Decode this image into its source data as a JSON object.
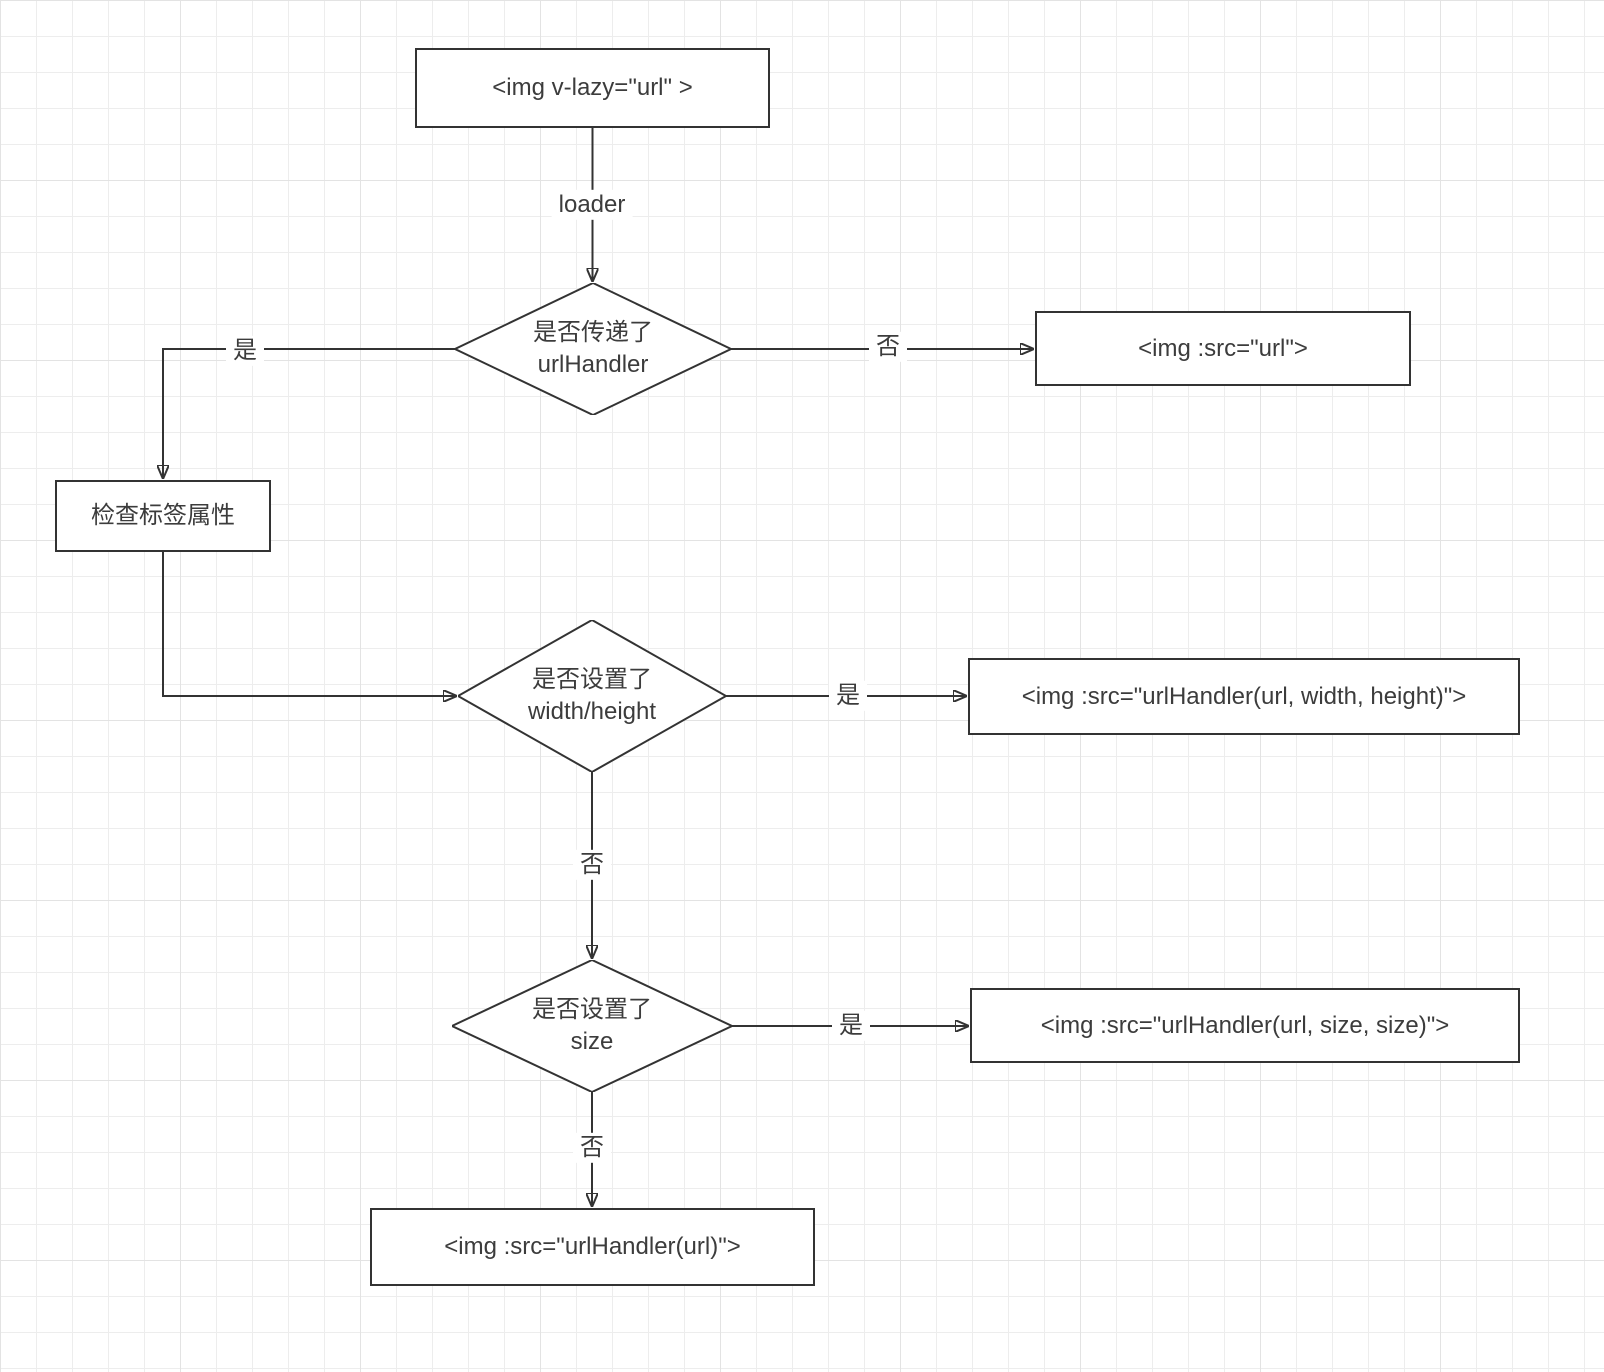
{
  "canvas": {
    "background": "#ffffff",
    "line_color": "#333333",
    "text_color": "#3c3c3c",
    "grid_minor_color": "#ededed",
    "grid_major_color": "#e3e3e3"
  },
  "nodes": {
    "start": {
      "label": "<img v-lazy=\"url\" >"
    },
    "decision_urlhandler": {
      "label": "是否传递了\nurlHandler"
    },
    "result_img_url": {
      "label": "<img :src=\"url\">"
    },
    "check_attrs": {
      "label": "检查标签属性"
    },
    "decision_width_height": {
      "label": "是否设置了\nwidth/height"
    },
    "result_img_wh": {
      "label": "<img :src=\"urlHandler(url, width, height)\">"
    },
    "decision_size": {
      "label": "是否设置了\nsize"
    },
    "result_img_size": {
      "label": "<img :src=\"urlHandler(url, size, size)\">"
    },
    "result_img_urlhandler": {
      "label": "<img :src=\"urlHandler(url)\">"
    }
  },
  "edge_labels": {
    "loader": "loader",
    "yes_urlhandler": "是",
    "no_urlhandler": "否",
    "yes_width_height": "是",
    "no_width_height": "否",
    "yes_size": "是",
    "no_size": "否"
  }
}
